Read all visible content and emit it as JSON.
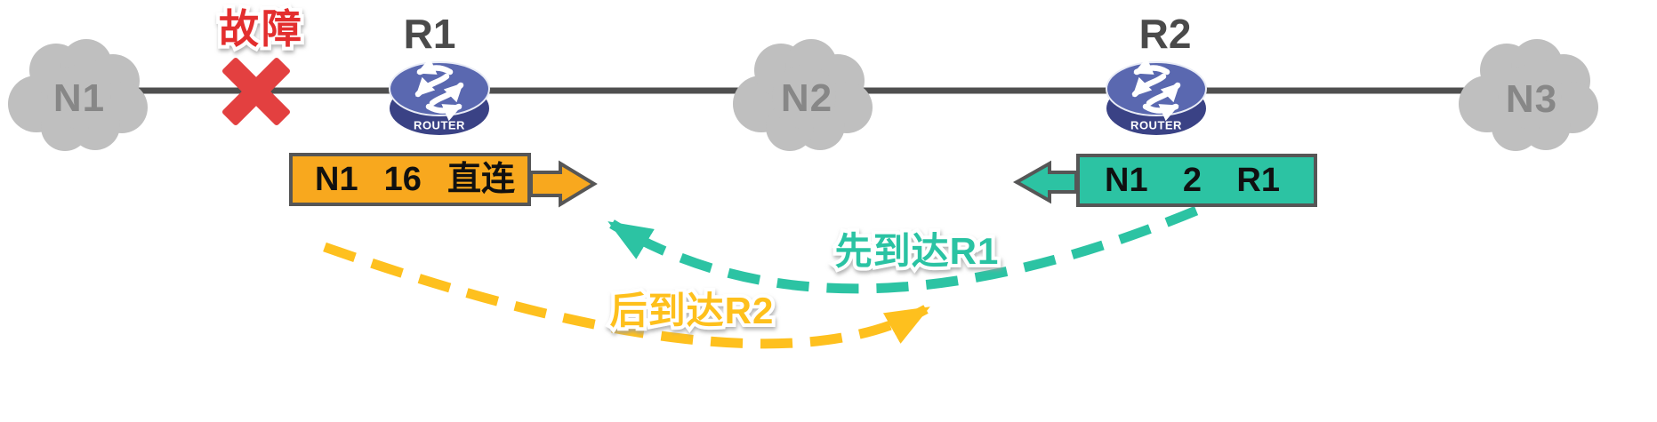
{
  "clouds": [
    {
      "label": "N1"
    },
    {
      "label": "N2"
    },
    {
      "label": "N3"
    }
  ],
  "routers": [
    {
      "label": "R1",
      "caption": "ROUTER"
    },
    {
      "label": "R2",
      "caption": "ROUTER"
    }
  ],
  "fault": {
    "label": "故障"
  },
  "route_tables": [
    {
      "router": "R1",
      "destination": "N1",
      "metric": "16",
      "next_hop": "直连"
    },
    {
      "router": "R2",
      "destination": "N1",
      "metric": "2",
      "next_hop": "R1"
    }
  ],
  "annotations": [
    {
      "label": "先到达R1",
      "color": "#2cc3a3"
    },
    {
      "label": "后到达R2",
      "color": "#fec01e"
    }
  ],
  "icons": {
    "cloud": "cloud-icon",
    "router": "router-cylinder-icon",
    "fault_cross": "x-mark-icon",
    "update_right": "arrow-right-icon",
    "update_left": "arrow-left-icon"
  },
  "colors": {
    "line": "#4f4f4f",
    "cloud_fill": "#bfbfbf",
    "cloud_text": "#878787",
    "router_top": "#5a68b0",
    "router_side": "#3a4285",
    "fault_red": "#e32f2f",
    "cross_red": "#e34040",
    "orange_box": "#f8a81e",
    "yellow_dash": "#fec01e",
    "teal": "#2cc3a3",
    "box_border": "#565656"
  }
}
